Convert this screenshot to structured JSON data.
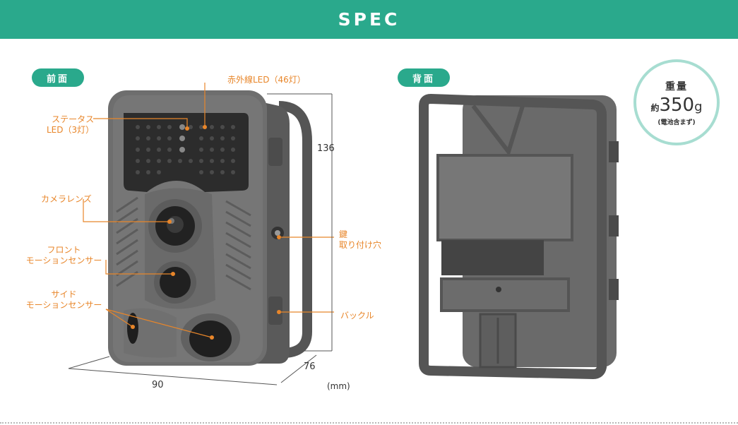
{
  "banner": {
    "title": "SPEC"
  },
  "front": {
    "tag": "前面",
    "labels": {
      "ir_led": "赤外線LED（46灯）",
      "status_led_1": "ステータス",
      "status_led_2": "LED（3灯）",
      "lens": "カメラレンズ",
      "front_sensor_1": "フロント",
      "front_sensor_2": "モーションセンサー",
      "side_sensor_1": "サイド",
      "side_sensor_2": "モーションセンサー",
      "lock_hole_1": "鍵",
      "lock_hole_2": "取り付け穴",
      "buckle": "バックル"
    },
    "dimensions": {
      "height": "136",
      "depth": "76",
      "width": "90",
      "unit": "(mm)"
    }
  },
  "back": {
    "tag": "背面"
  },
  "weight": {
    "title": "重量",
    "prefix": "約",
    "value": "350",
    "unit": "g",
    "note": "(電池含まず)"
  },
  "colors": {
    "accent": "#2aa98c",
    "label": "#e8862a",
    "body": "#6b6b6b",
    "ring": "#a7ddd1"
  }
}
